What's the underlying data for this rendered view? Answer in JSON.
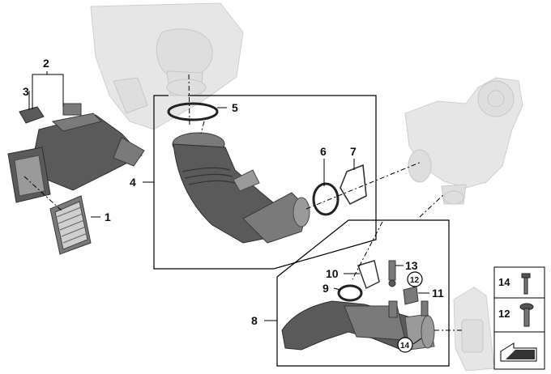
{
  "callouts": {
    "c1": "1",
    "c2": "2",
    "c3": "3",
    "c4": "4",
    "c5": "5",
    "c6": "6",
    "c7": "7",
    "c8": "8",
    "c9": "9",
    "c10": "10",
    "c11": "11",
    "c12_circle_upper": "12",
    "c13": "13",
    "c14_circle": "14"
  },
  "legend": {
    "row1_number": "14",
    "row2_number": "12",
    "row1_part": "screw",
    "row2_part": "flange-screw",
    "row3_part": "arrow-symbol"
  },
  "colors": {
    "line": "#000000",
    "part_dark": "#5a5a5a",
    "part_ghost": "#e6e6e6"
  }
}
